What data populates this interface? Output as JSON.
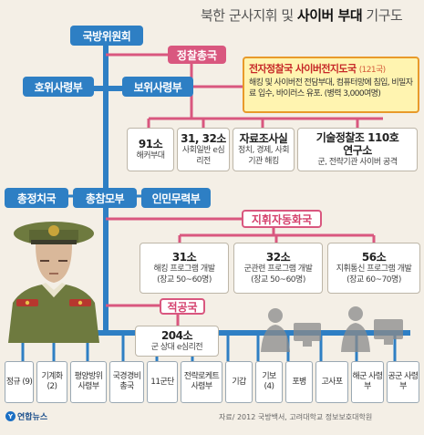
{
  "title": {
    "prefix": "북한 군사지휘 및 ",
    "highlight": "사이버 부대",
    "suffix": " 기구도"
  },
  "nodes": {
    "ndc": "국방위원회",
    "recon": "정찰총국",
    "guard": "호위사령부",
    "security": "보위사령부",
    "gpb": "총정치국",
    "gs": "총참모부",
    "mpaf": "인민무력부",
    "command_auto": "지휘자동화국",
    "enemy_ops": "적공국"
  },
  "cyber_unit": {
    "name": "전자정찰국 사이버전지도국",
    "count": "(121국)",
    "desc": "해킹 및 사이버전 전담부대, 컴퓨터망에 침입, 비밀자료 입수, 바이러스 유포. (병력 3,000여명)"
  },
  "recon_units": [
    {
      "name": "91소",
      "desc": "해커부대"
    },
    {
      "name": "31, 32소",
      "desc": "사회일반 e심리전"
    },
    {
      "name": "자료조사실",
      "desc": "정치, 경제, 사회기관 해킹"
    },
    {
      "name": "기술정찰조 110호 연구소",
      "desc": "군, 전략기관 사이버 공격"
    }
  ],
  "auto_units": [
    {
      "name": "31소",
      "desc": "해킹 프로그램 개발",
      "detail": "(장교 50~60명)"
    },
    {
      "name": "32소",
      "desc": "군관련 프로그램 개발",
      "detail": "(장교 50~60명)"
    },
    {
      "name": "56소",
      "desc": "지휘통신 프로그램 개발",
      "detail": "(장교 60~70명)"
    }
  ],
  "enemy_unit": {
    "name": "204소",
    "desc": "군 상대 e심리전"
  },
  "bottom_units": [
    "정규 (9)",
    "기계화 (2)",
    "평양방위 사령부",
    "국경경비 총국",
    "11군단",
    "전략로케트 사령부",
    "기갑",
    "기보 (4)",
    "포병",
    "고사포",
    "해군 사령부",
    "공군 사령부"
  ],
  "source": "자료/ 2012 국방백서, 고려대학교 정보보호대학원",
  "logo": "연합뉴스",
  "colors": {
    "blue": "#2e7fc4",
    "pink": "#d9577f",
    "cyber_bg": "#fff4b0",
    "cyber_border": "#e89a2a",
    "line": "#2e7fc4",
    "pink_line": "#d9577f"
  }
}
